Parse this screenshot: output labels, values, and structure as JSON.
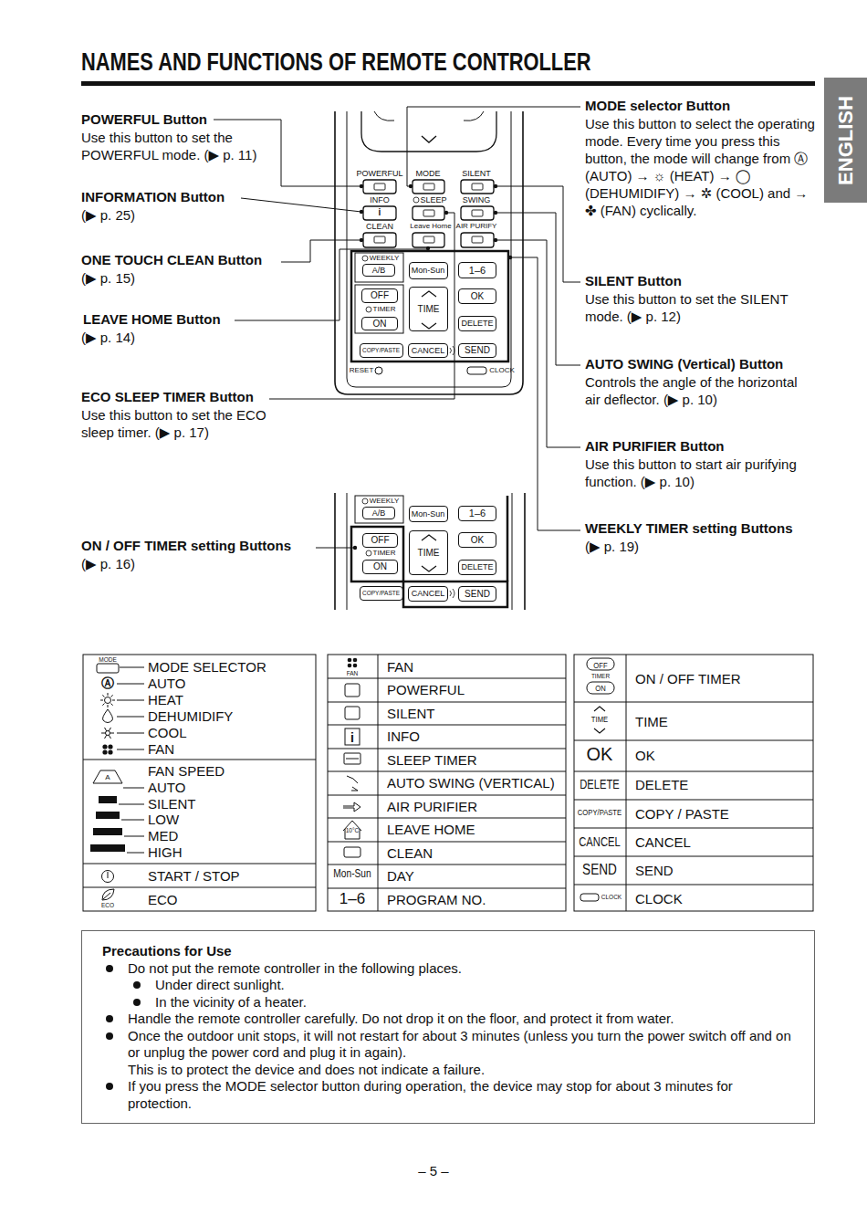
{
  "diagram": {
    "title": "NAMES AND FUNCTIONS OF REMOTE CONTROLLER",
    "nodes": [
      {
        "text": [
          "A/B"
        ]
      },
      {
        "text": [
          "Mon-Sun"
        ]
      },
      {
        "text": [
          "1–6"
        ]
      },
      {
        "text": [
          "OFF"
        ]
      },
      {
        "text": [
          "TIME"
        ]
      },
      {
        "text": [
          "OK"
        ]
      },
      {
        "text": [
          "ON"
        ]
      },
      {
        "text": [
          "DELETE"
        ]
      },
      {
        "text": [
          "COPY/PASTE"
        ]
      },
      {
        "text": [
          "CANCEL"
        ]
      },
      {
        "text": [
          "SEND"
        ]
      },
      {
        "text": [
          "A/B"
        ]
      },
      {
        "text": [
          "Mon-Sun"
        ]
      },
      {
        "text": [
          "1–6"
        ]
      },
      {
        "text": [
          "OFF"
        ]
      },
      {
        "text": [
          "TIME"
        ]
      },
      {
        "text": [
          "OK"
        ]
      },
      {
        "text": [
          "ON"
        ]
      },
      {
        "text": [
          "DELETE"
        ]
      },
      {
        "text": [
          "COPY/PASTE"
        ]
      },
      {
        "text": [
          "CANCEL"
        ]
      },
      {
        "text": [
          "SEND"
        ]
      },
      {
        "text": [
          "ENGLISH"
        ]
      },
      {
        "text": [
          "Precautions for Use",
          "Do not put the remote controller in the following places.",
          "Under direct sunlight.",
          "In the vicinity of a heater.",
          "Handle the remote controller carefully. Do not drop it on the floor, and protect it from water.",
          "Once the outdoor unit stops, it will not restart for about 3 minutes (unless you turn the power switch off and on or unplug the power cord and plug it in again).",
          "This is to protect the device and does not indicate a failure.",
          "If you press the MODE selector button during operation, the device may stop for about 3 minutes for protection."
        ]
      }
    ],
    "labels": [
      "POWERFUL Button",
      "Use this button to set the POWERFUL mode. (▶ p. 11)",
      "INFORMATION Button",
      "(▶ p. 25)",
      "ONE TOUCH CLEAN Button",
      "(▶ p. 15)",
      "LEAVE HOME Button",
      "(▶ p. 14)",
      "ECO SLEEP TIMER Button",
      "Use this button to set the ECO sleep timer. (▶ p. 17)",
      "ON / OFF TIMER setting Buttons",
      "(▶ p. 16)",
      "MODE selector Button",
      "Use this button to select the operating mode. Every time you press this button, the mode will change from Ⓐ (AUTO) → ☼ (HEAT) → ◯ (DEHUMIDIFY) → ✲ (COOL) and → ✤ (FAN) cyclically.",
      "SILENT Button",
      "Use this button to set the SILENT mode. (▶ p. 12)",
      "AUTO SWING (Vertical) Button",
      "Controls the angle of the horizontal air deflector. (▶ p. 10)",
      "AIR PURIFIER Button",
      "Use this button to start air purifying function. (▶ p. 10)",
      "WEEKLY TIMER setting Buttons",
      "(▶ p. 19)",
      "POWERFUL",
      "MODE",
      "SILENT",
      "INFO",
      "SLEEP",
      "SWING",
      "CLEAN",
      "Leave Home",
      "AIR PURIFY",
      "WEEKLY",
      "TIMER",
      "RESET",
      "CLOCK",
      "WEEKLY",
      "TIMER",
      "MODE",
      "MODE SELECTOR",
      "AUTO",
      "HEAT",
      "DEHUMIDIFY",
      "COOL",
      "FAN",
      "FAN SPEED",
      "AUTO",
      "SILENT",
      "LOW",
      "MED",
      "HIGH",
      "START / STOP",
      "ECO",
      "ECO",
      "A",
      "Ⓐ",
      "FAN",
      "FAN",
      "POWERFUL",
      "SILENT",
      "INFO",
      "SLEEP TIMER",
      "AUTO SWING (VERTICAL)",
      "AIR PURIFIER",
      "LEAVE HOME",
      "10°C",
      "CLEAN",
      "Mon-Sun",
      "DAY",
      "1–6",
      "PROGRAM NO.",
      "i",
      "i",
      "OFF",
      "TIMER",
      "ON",
      "ON / OFF TIMER",
      "TIME",
      "TIME",
      "OK",
      "OK",
      "DELETE",
      "DELETE",
      "COPY/PASTE",
      "COPY / PASTE",
      "CANCEL",
      "CANCEL",
      "SEND",
      "SEND",
      "CLOCK",
      "CLOCK",
      "– 5 –"
    ]
  }
}
